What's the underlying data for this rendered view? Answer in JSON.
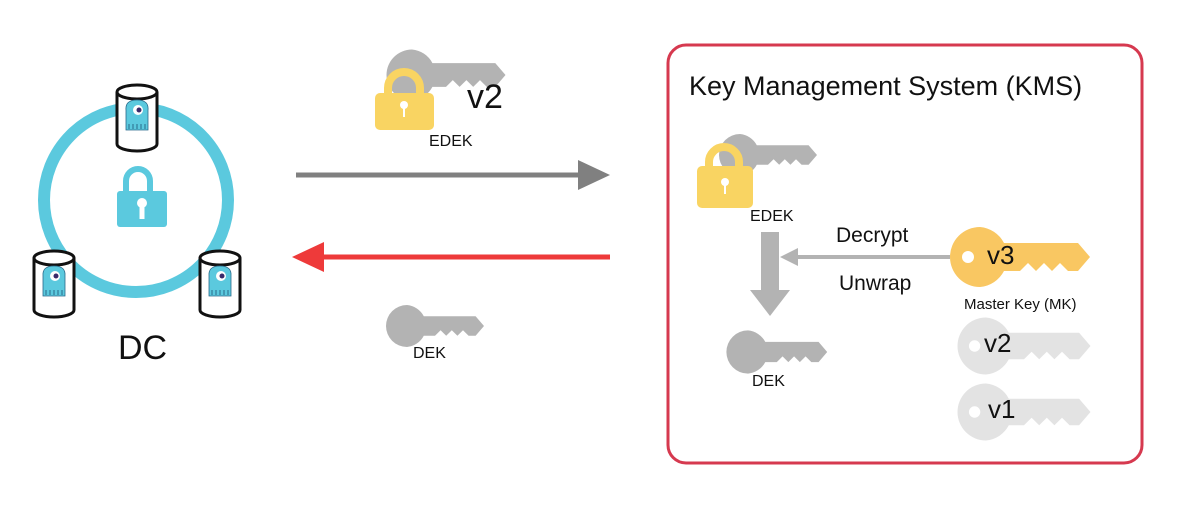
{
  "dc": {
    "label": "DC"
  },
  "transfer": {
    "outgoing_key_version": "v2",
    "outgoing_label": "EDEK",
    "incoming_label": "DEK"
  },
  "kms": {
    "title": "Key Management System (KMS)",
    "edek_label": "EDEK",
    "dek_label": "DEK",
    "operation_top": "Decrypt",
    "operation_bottom": "Unwrap",
    "master_key_label": "Master Key (MK)",
    "master_keys": [
      {
        "version": "v3",
        "state": "active"
      },
      {
        "version": "v2",
        "state": "inactive"
      },
      {
        "version": "v1",
        "state": "inactive"
      }
    ]
  },
  "colors": {
    "ring": "#5bc9de",
    "kms_border": "#d6394f",
    "lock_yellow": "#f9d462",
    "key_grey": "#b3b3b3",
    "key_light": "#e3e3e3",
    "arrow_grey": "#808080",
    "arrow_red": "#ee3a3a"
  }
}
